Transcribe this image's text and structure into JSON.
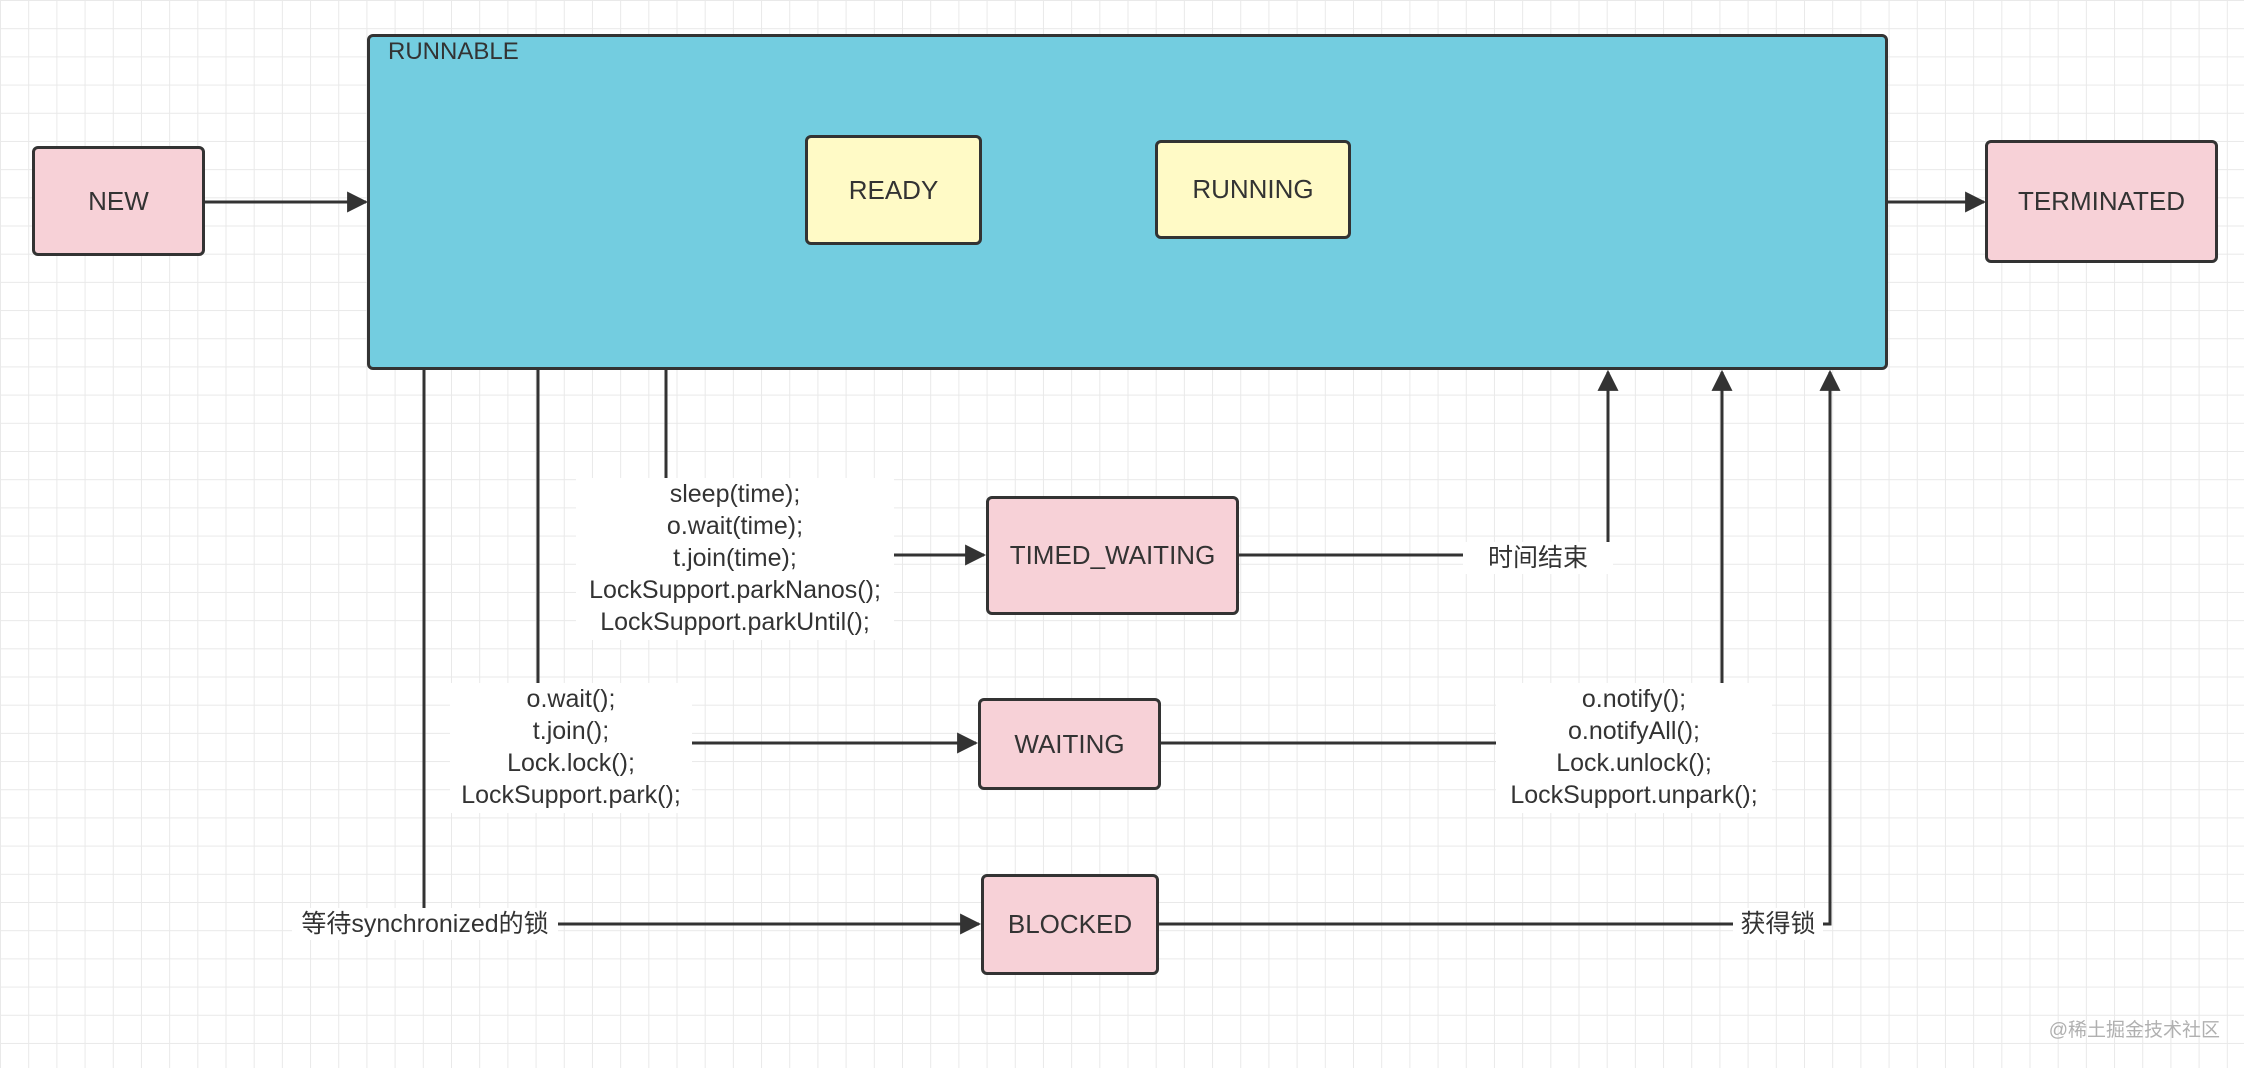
{
  "container": {
    "label": "RUNNABLE"
  },
  "states": {
    "new": "NEW",
    "ready": "READY",
    "running": "RUNNING",
    "terminated": "TERMINATED",
    "timed_waiting": "TIMED_WAITING",
    "waiting": "WAITING",
    "blocked": "BLOCKED"
  },
  "labels": {
    "timed_waiting_in": [
      "sleep(time);",
      "o.wait(time);",
      "t.join(time);",
      "LockSupport.parkNanos();",
      "LockSupport.parkUntil();"
    ],
    "waiting_in": [
      "o.wait();",
      "t.join();",
      "Lock.lock();",
      "LockSupport.park();"
    ],
    "blocked_in": "等待synchronized的锁",
    "timed_waiting_out": "时间结束",
    "waiting_out": [
      "o.notify();",
      "o.notifyAll();",
      "Lock.unlock();",
      "LockSupport.unpark();"
    ],
    "blocked_out": "获得锁"
  },
  "watermark": "@稀土掘金技术社区",
  "colors": {
    "container_fill": "#73cde0",
    "state_fill": "#f7d1d7",
    "inner_state_fill": "#fffac6",
    "stroke": "#333333"
  }
}
